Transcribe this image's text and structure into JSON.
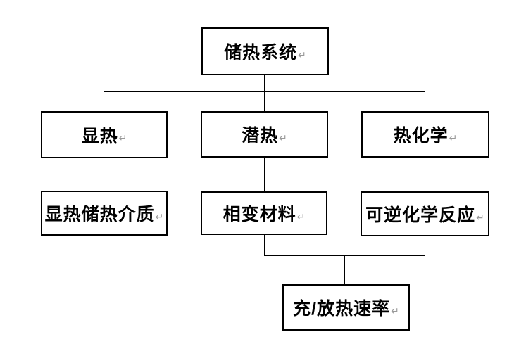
{
  "diagram": {
    "type": "flowchart",
    "paragraph_mark": "↵",
    "nodes": {
      "root": {
        "label": "储热系统"
      },
      "sensible": {
        "label": "显热"
      },
      "latent": {
        "label": "潜热"
      },
      "thermochemical": {
        "label": "热化学"
      },
      "sensible_medium": {
        "label": "显热储热介质"
      },
      "phase_change_material": {
        "label": "相变材料"
      },
      "reversible_reaction": {
        "label": "可逆化学反应"
      },
      "charge_discharge_rate": {
        "label": "充/放热速率"
      }
    },
    "edges": [
      {
        "from": "储热系统",
        "to": "显热"
      },
      {
        "from": "储热系统",
        "to": "潜热"
      },
      {
        "from": "储热系统",
        "to": "热化学"
      },
      {
        "from": "显热",
        "to": "显热储热介质"
      },
      {
        "from": "潜热",
        "to": "相变材料"
      },
      {
        "from": "热化学",
        "to": "可逆化学反应"
      },
      {
        "from": "相变材料",
        "to": "充/放热速率"
      },
      {
        "from": "可逆化学反应",
        "to": "充/放热速率"
      }
    ],
    "colors": {
      "background": "#ffffff",
      "box_fill": "#ffffff",
      "box_border": "#000000",
      "text": "#000000",
      "connector": "#000000",
      "paragraph_mark": "#9a9a9a"
    }
  }
}
